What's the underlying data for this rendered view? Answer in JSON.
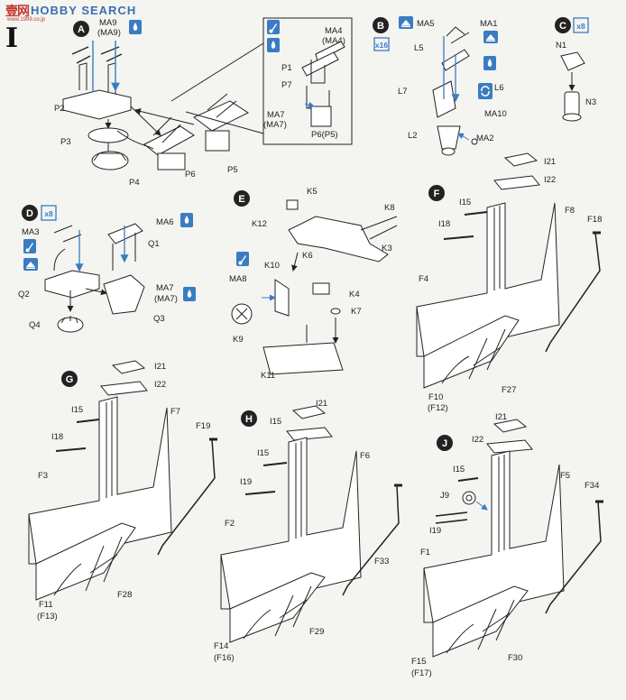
{
  "watermark": {
    "logo": "壹网",
    "text": "HOBBY SEARCH",
    "domain": "www.1999.co.jp",
    "glyph": "I"
  },
  "steps": {
    "A": {
      "letter": "A"
    },
    "B": {
      "letter": "B",
      "multiplier": "x16"
    },
    "C": {
      "letter": "C",
      "multiplier": "x8"
    },
    "D": {
      "letter": "D",
      "multiplier": "x8"
    },
    "E": {
      "letter": "E"
    },
    "F": {
      "letter": "F"
    },
    "G": {
      "letter": "G"
    },
    "H": {
      "letter": "H"
    },
    "J": {
      "letter": "J"
    }
  },
  "labels": {
    "A": [
      "MA9",
      "(MA9)",
      "P2",
      "P3",
      "P4",
      "P6",
      "P5",
      "MA4",
      "(MA4)",
      "P1",
      "P7",
      "MA7",
      "(MA7)",
      "P6(P5)"
    ],
    "B": [
      "MA5",
      "MA1",
      "L5",
      "L7",
      "L6",
      "MA10",
      "L2",
      "MA2"
    ],
    "C": [
      "N1",
      "N3"
    ],
    "D": [
      "MA6",
      "MA3",
      "Q2",
      "Q1",
      "MA7",
      "(MA7)",
      "Q3",
      "Q4"
    ],
    "E": [
      "K5",
      "K12",
      "K8",
      "K3",
      "K6",
      "K10",
      "MA8",
      "K9",
      "K4",
      "K7",
      "K11"
    ],
    "F": [
      "I21",
      "I22",
      "I15",
      "F8",
      "I18",
      "F18",
      "F4",
      "F27",
      "F10",
      "(F12)"
    ],
    "G": [
      "I21",
      "I22",
      "I15",
      "F7",
      "I18",
      "F19",
      "F3",
      "F28",
      "F11",
      "(F13)"
    ],
    "H": [
      "I21",
      "I15",
      "F6",
      "I15",
      "I19",
      "F2",
      "F33",
      "F29",
      "F14",
      "(F16)"
    ],
    "J": [
      "I21",
      "I22",
      "I15",
      "F5",
      "J9",
      "I19",
      "F34",
      "F1",
      "F30",
      "F15",
      "(F17)"
    ]
  },
  "colors": {
    "accent": "#3a7cc2",
    "line": "#222222",
    "paper": "#f4f4f1"
  },
  "icons": [
    "glue-drop-icon",
    "paint-brush-icon",
    "flip-arrows-icon",
    "arrow-up-icon",
    "step-badge-icon"
  ]
}
